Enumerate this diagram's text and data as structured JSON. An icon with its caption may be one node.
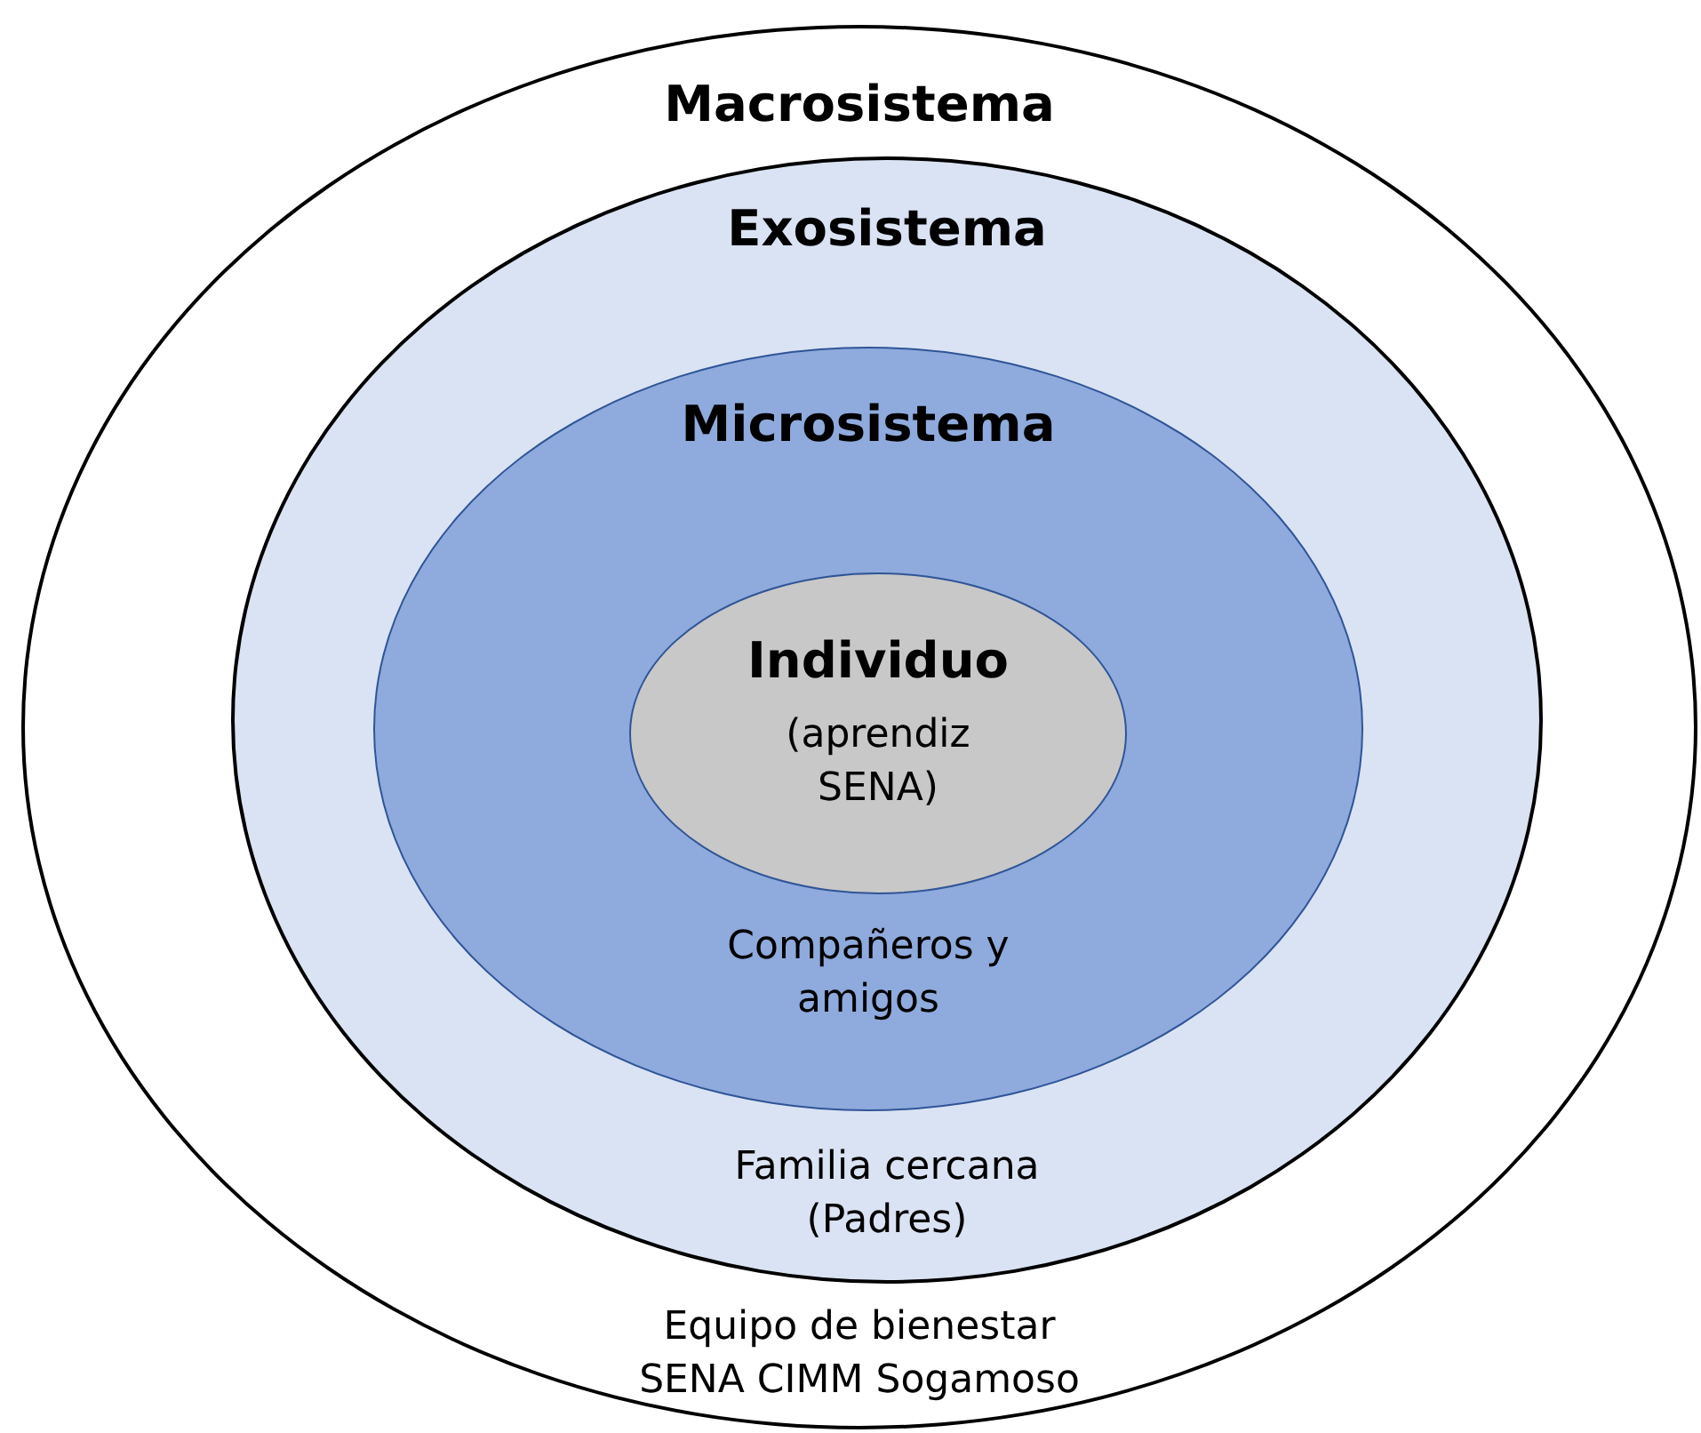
{
  "diagram": {
    "nodes": [
      {
        "text": [
          "Macrosistema",
          "Equipo de bienestar SENA CIMM Sogamoso"
        ]
      },
      {
        "text": [
          "Exosistema",
          "Familia cercana (Padres)"
        ],
        "in": 0
      },
      {
        "text": [
          "Microsistema",
          "Compañeros y amigos"
        ],
        "in": 1
      },
      {
        "text": [
          "Individuo",
          "(aprendiz SENA)"
        ],
        "in": 2
      }
    ]
  }
}
